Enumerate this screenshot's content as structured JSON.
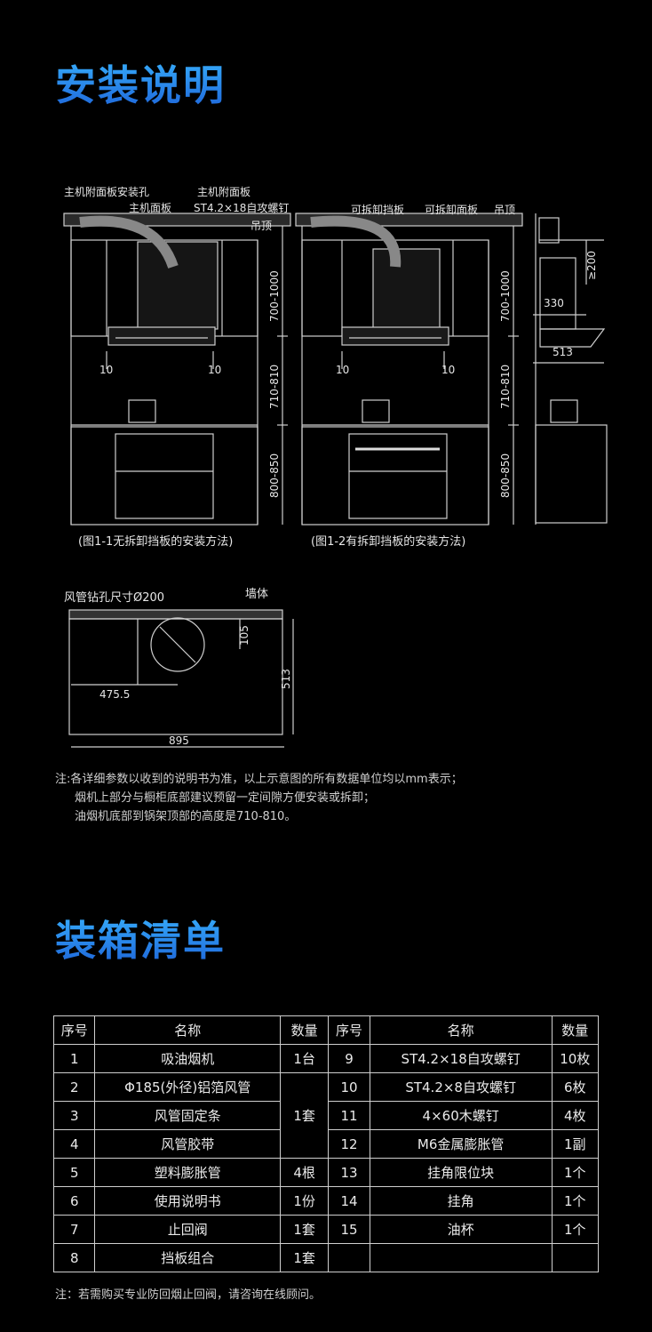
{
  "section1": {
    "title": "安装说明"
  },
  "fig1": {
    "labels": {
      "panel_hole": "主机附面板安装孔",
      "main_panel": "主机面板",
      "aux_panel": "主机附面板",
      "screw": "ST4.2×18自攻螺钉",
      "ceiling": "吊顶",
      "dim_top": "700-1000",
      "dim_mid": "710-810",
      "dim_bot": "800-850",
      "gap_left": "10",
      "gap_right": "10"
    },
    "caption": "(图1-1无拆卸挡板的安装方法)"
  },
  "fig2": {
    "labels": {
      "removable": "可拆卸挡板",
      "removable_panel": "可拆卸面板",
      "ceiling": "吊顶",
      "dim_top": "700-1000",
      "dim_mid": "710-810",
      "dim_bot": "800-850",
      "gap_left": "10",
      "gap_right": "10"
    },
    "caption": "(图1-2有拆卸挡板的安装方法)"
  },
  "fig3": {
    "dim_200": "≥200",
    "dim_330": "330",
    "dim_513": "513"
  },
  "fig4": {
    "duct_hole": "风管钻孔尺寸Ø200",
    "wall": "墙体",
    "dim_105": "105",
    "dim_513": "513",
    "dim_4755": "475.5",
    "dim_895": "895"
  },
  "notes1": [
    "注:各详细参数以收到的说明书为准，以上示意图的所有数据单位均以mm表示；",
    "烟机上部分与橱柜底部建议预留一定间隙方便安装或拆卸；",
    "油烟机底部到锅架顶部的高度是710-810。"
  ],
  "section2": {
    "title": "装箱清单"
  },
  "table": {
    "headers": [
      "序号",
      "名称",
      "数量",
      "序号",
      "名称",
      "数量"
    ],
    "left": [
      {
        "no": "1",
        "name": "吸油烟机",
        "qty": "1台"
      },
      {
        "no": "2",
        "name": "Φ185(外径)铝箔风管",
        "qty": ""
      },
      {
        "no": "3",
        "name": "风管固定条",
        "qty": "1套"
      },
      {
        "no": "4",
        "name": "风管胶带",
        "qty": ""
      },
      {
        "no": "5",
        "name": "塑料膨胀管",
        "qty": "4根"
      },
      {
        "no": "6",
        "name": "使用说明书",
        "qty": "1份"
      },
      {
        "no": "7",
        "name": "止回阀",
        "qty": "1套"
      },
      {
        "no": "8",
        "name": "挡板组合",
        "qty": "1套"
      }
    ],
    "right": [
      {
        "no": "9",
        "name": "ST4.2×18自攻螺钉",
        "qty": "10枚"
      },
      {
        "no": "10",
        "name": "ST4.2×8自攻螺钉",
        "qty": "6枚"
      },
      {
        "no": "11",
        "name": "4×60木螺钉",
        "qty": "4枚"
      },
      {
        "no": "12",
        "name": "M6金属膨胀管",
        "qty": "1副"
      },
      {
        "no": "13",
        "name": "挂角限位块",
        "qty": "1个"
      },
      {
        "no": "14",
        "name": "挂角",
        "qty": "1个"
      },
      {
        "no": "15",
        "name": "油杯",
        "qty": "1个"
      },
      {
        "no": "",
        "name": "",
        "qty": ""
      }
    ]
  },
  "note2": "注：若需购买专业防回烟止回阀，请咨询在线顾问。"
}
